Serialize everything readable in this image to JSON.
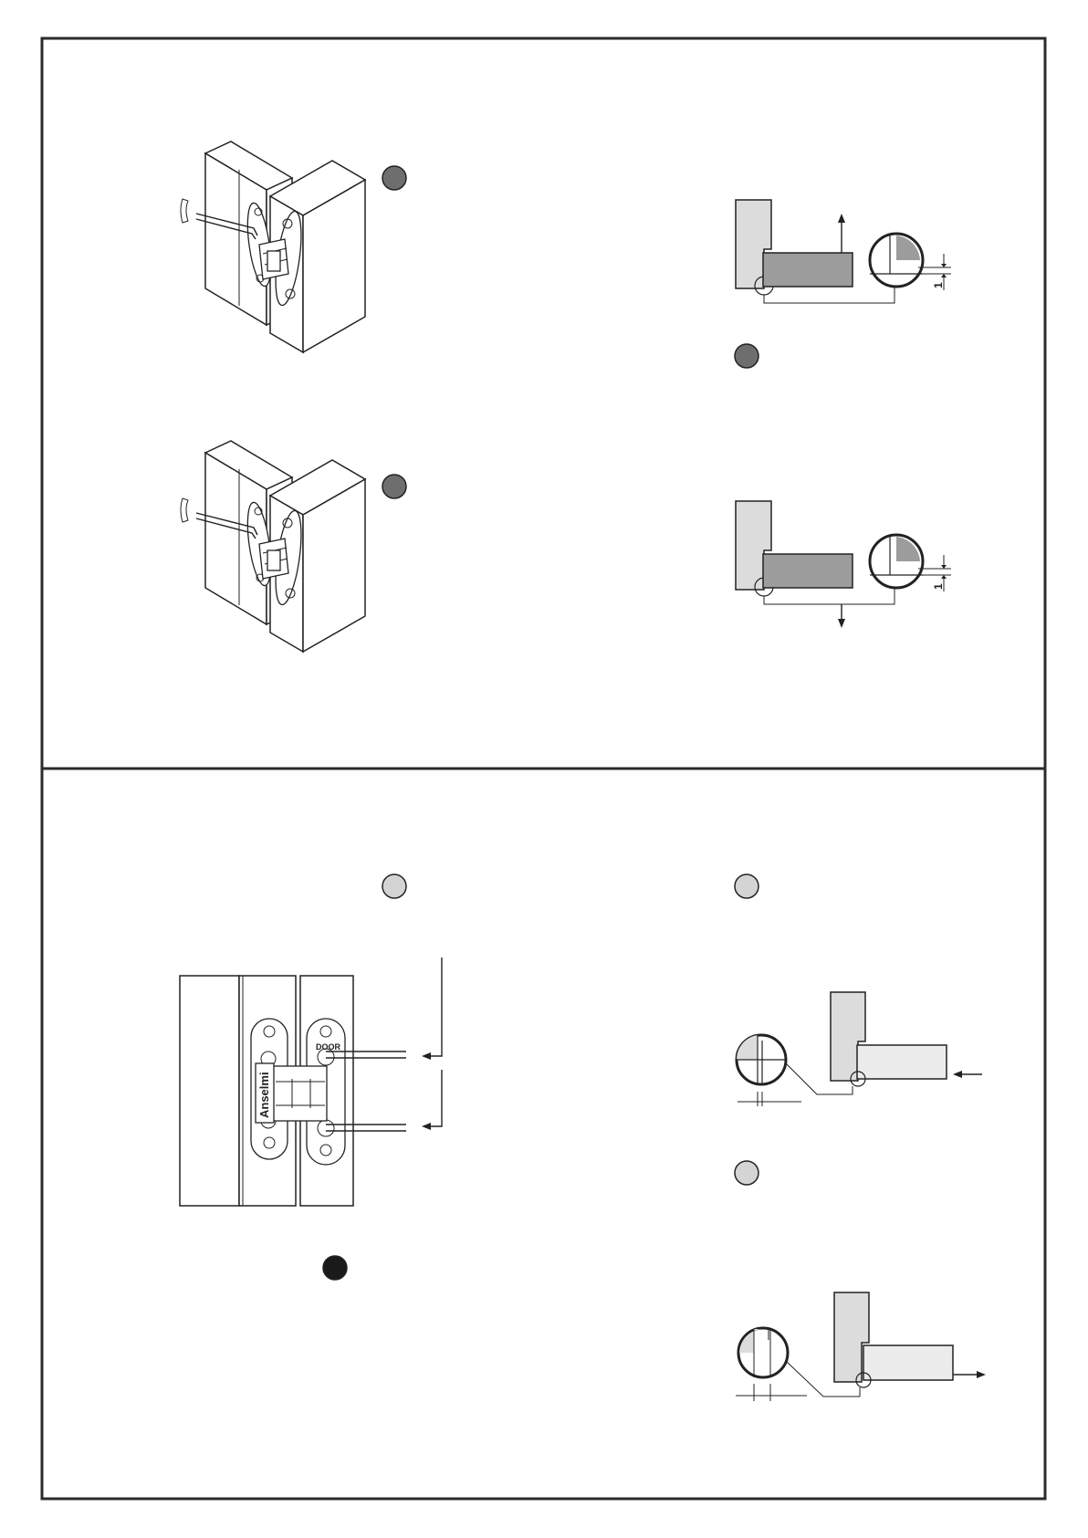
{
  "colors": {
    "marker_dark_gray": "#6e6e6e",
    "marker_light_gray": "#d4d4d4",
    "marker_black": "#1a1a1a",
    "frame_gray": "#dcdcdc",
    "door_dark_gray": "#9c9c9c",
    "door_light_gray": "#ececec"
  },
  "markers": [
    {
      "name": "marker-top-hinge-1",
      "fill": "#6e6e6e"
    },
    {
      "name": "marker-top-diagram-1",
      "fill": "#6e6e6e"
    },
    {
      "name": "marker-top-hinge-2",
      "fill": "#6e6e6e"
    },
    {
      "name": "marker-bottom-hinge",
      "fill": "#d4d4d4"
    },
    {
      "name": "marker-bottom-diagram-1",
      "fill": "#d4d4d4"
    },
    {
      "name": "marker-bottom-diagram-2",
      "fill": "#d4d4d4"
    },
    {
      "name": "marker-bottom-hinge-black",
      "fill": "#1a1a1a"
    }
  ],
  "hinge_labels": {
    "brand": "Anselmi",
    "door": "DOOR"
  },
  "dimensions": {
    "top_diagram_1": "1",
    "top_diagram_2": "1"
  },
  "icons": {
    "allen_key": "allen-key-icon",
    "hinge": "concealed-hinge-icon",
    "arrow": "arrow-icon",
    "magnifier": "detail-circle-icon"
  }
}
